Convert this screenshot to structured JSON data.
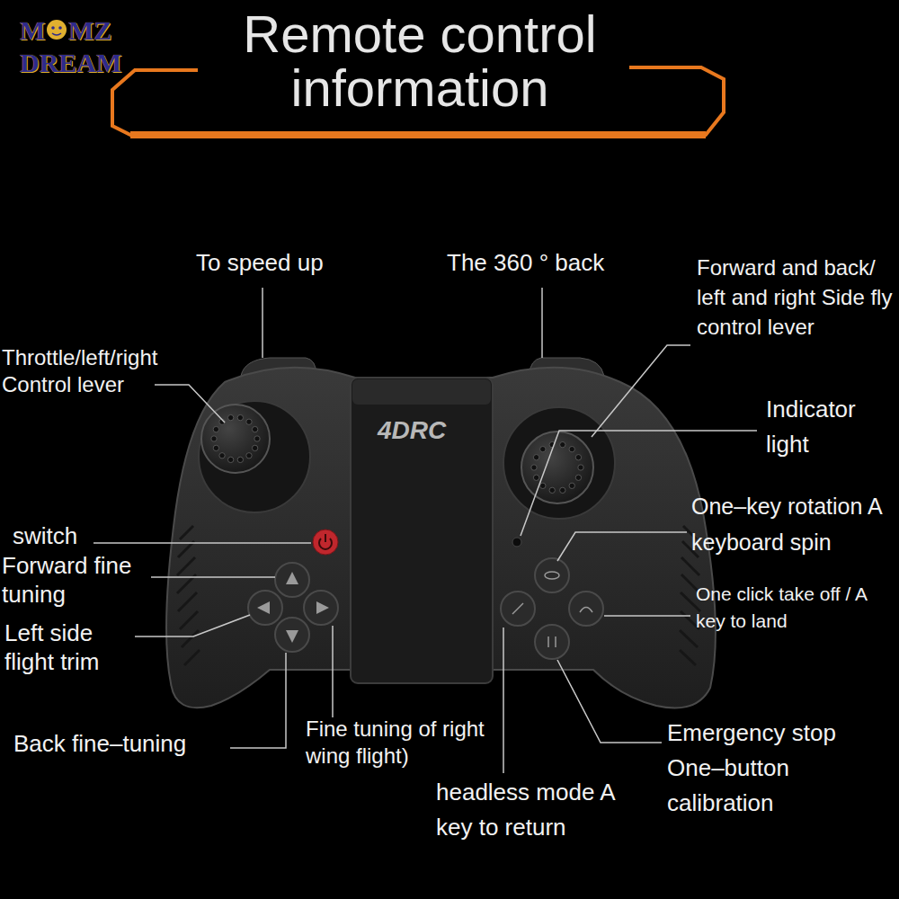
{
  "diagram": {
    "title": "Remote control information",
    "labels": [
      "M",
      "MZ",
      "DREAM",
      "To speed up",
      "The 360 ° back",
      "Throttle/left/right Control lever",
      "Forward and back/ left and right Side fly control lever",
      "4DRC",
      "Indicator light",
      "switch",
      "One–key rotation A keyboard spin",
      "Forward fine tuning",
      "Left side flight trim",
      "One click take off / A key to land",
      "Back fine–tuning",
      "Fine tuning of right wing flight)",
      "Emergency stop One–button calibration",
      "headless mode A key to return"
    ]
  }
}
